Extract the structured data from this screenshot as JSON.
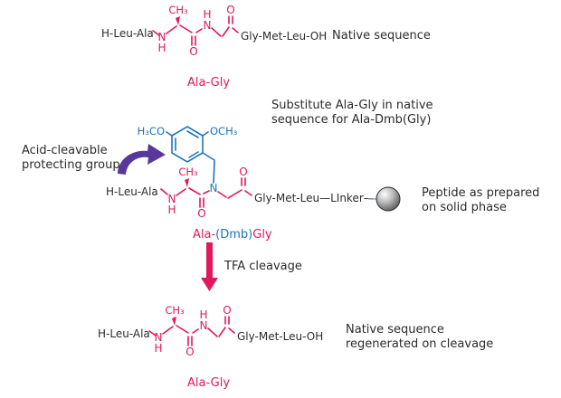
{
  "colors": {
    "pink": "#E2175D",
    "blue": "#1B75BC",
    "purple": "#58399B",
    "ink": "#2B2B2B",
    "bead_link": "#8FAAC6"
  },
  "native_top": {
    "left_sequence": "H-Leu-Ala",
    "right_sequence": "Gly-Met-Leu-OH",
    "atoms": {
      "n1": "N",
      "h1": "H",
      "methyl": "CH₃",
      "o1": "O",
      "n2": "N",
      "h2": "H",
      "o2": "O"
    },
    "fragment_label": "Ala-Gly",
    "caption": "Native sequence"
  },
  "substitution_note": {
    "line1": "Substitute Ala-Gly in native",
    "line2": "sequence for Ala-Dmb(Gly)"
  },
  "protecting_note": {
    "line1": "Acid-cleavable",
    "line2": "protecting group"
  },
  "solid_phase": {
    "dmb": {
      "left_methoxy": "H₃CO",
      "right_methoxy": "OCH₃"
    },
    "left_sequence": "H-Leu-Ala",
    "right_sequence": "Gly-Met-Leu—LInker—",
    "atoms": {
      "n1": "N",
      "h1": "H",
      "methyl": "CH₃",
      "o1": "O",
      "n_dmb": "N",
      "o2": "O"
    },
    "fragment_label": {
      "ala": "Ala-",
      "dmb": "(Dmb)",
      "gly": "Gly"
    },
    "caption": {
      "line1": "Peptide as prepared",
      "line2": "on solid phase"
    }
  },
  "tfa_step": {
    "label": "TFA cleavage"
  },
  "native_bottom": {
    "left_sequence": "H-Leu-Ala",
    "right_sequence": "Gly-Met-Leu-OH",
    "atoms": {
      "n1": "N",
      "h1": "H",
      "methyl": "CH₃",
      "o1": "O",
      "n2": "N",
      "h2": "H",
      "o2": "O"
    },
    "fragment_label": "Ala-Gly",
    "caption": {
      "line1": "Native sequence",
      "line2": "regenerated on cleavage"
    }
  }
}
